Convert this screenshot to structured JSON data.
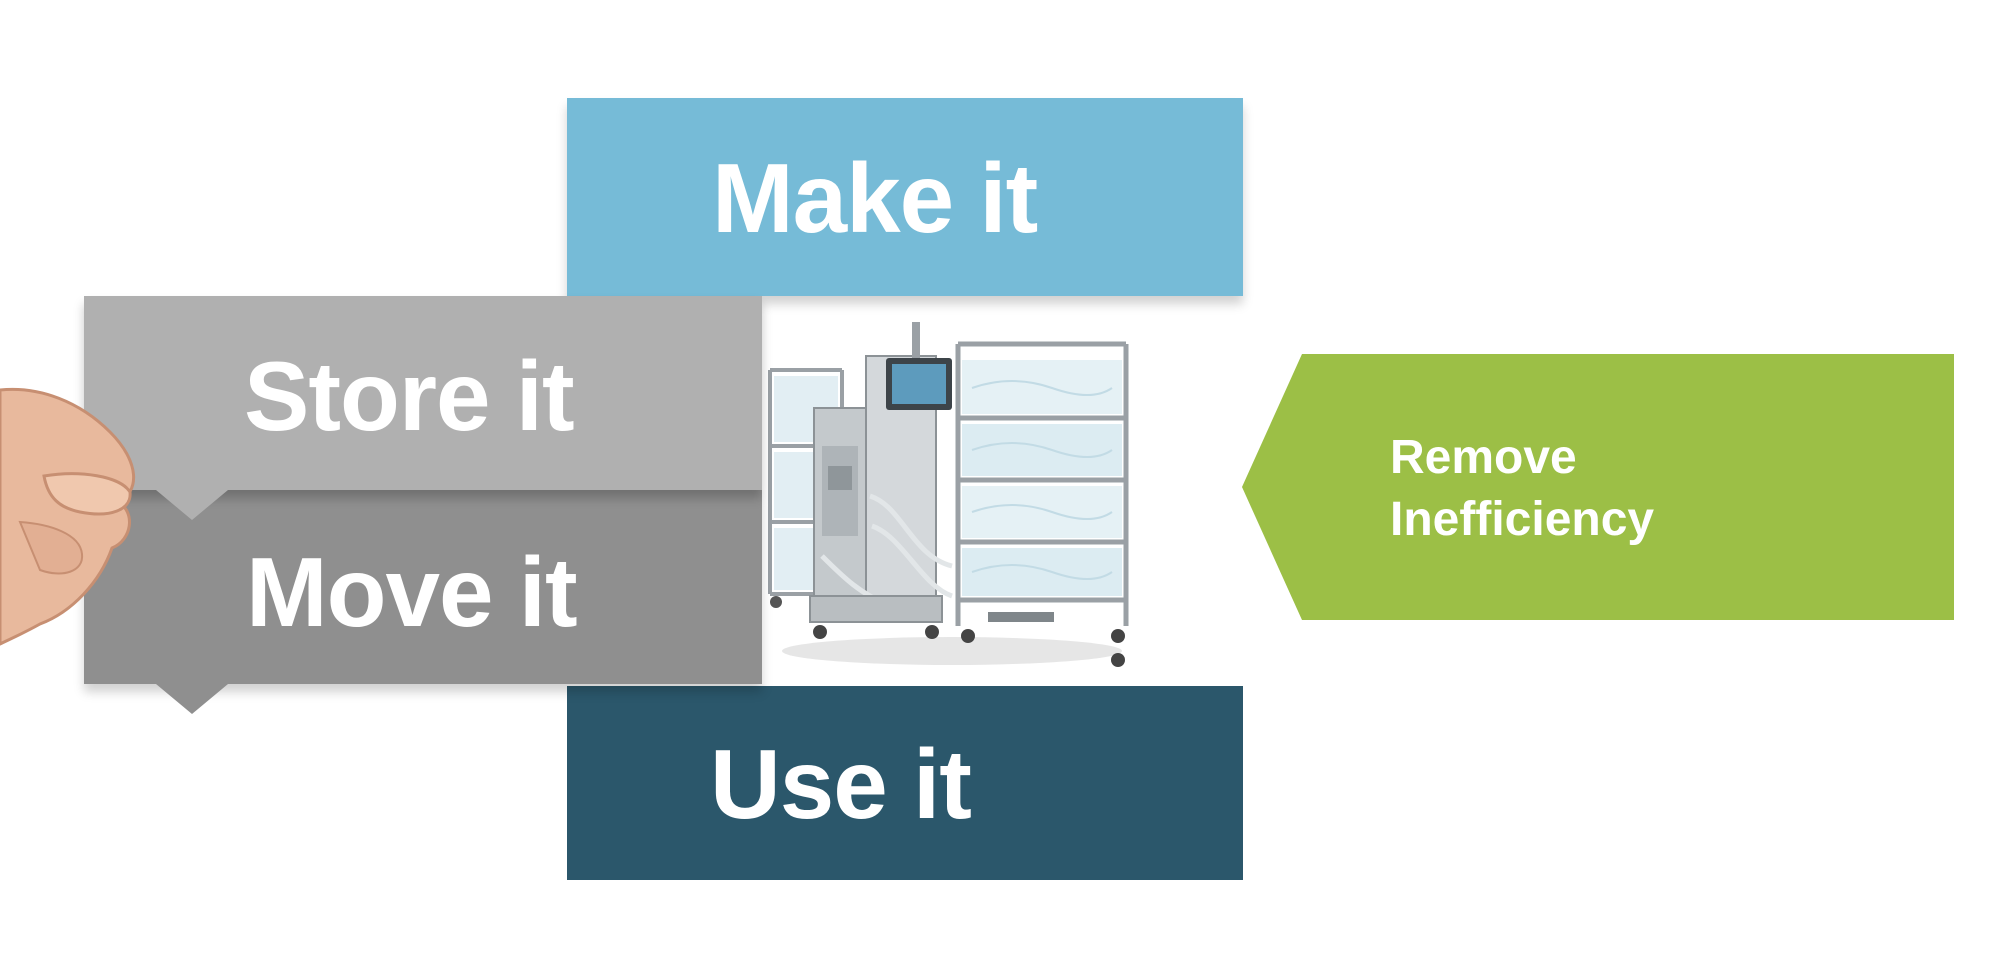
{
  "cards": {
    "make": "Make it",
    "store": "Store it",
    "move": "Move it",
    "use": "Use it"
  },
  "banner": {
    "line1": "Remove",
    "line2": "Inefficiency"
  },
  "colors": {
    "make": "#76bbd7",
    "store": "#b0b0b0",
    "move": "#8f8f8f",
    "use": "#2b576b",
    "banner": "#9cbf46"
  },
  "icons": {
    "equipment": "bioprocess-equipment-illustration",
    "hand": "hand-holding-cards-illustration"
  }
}
